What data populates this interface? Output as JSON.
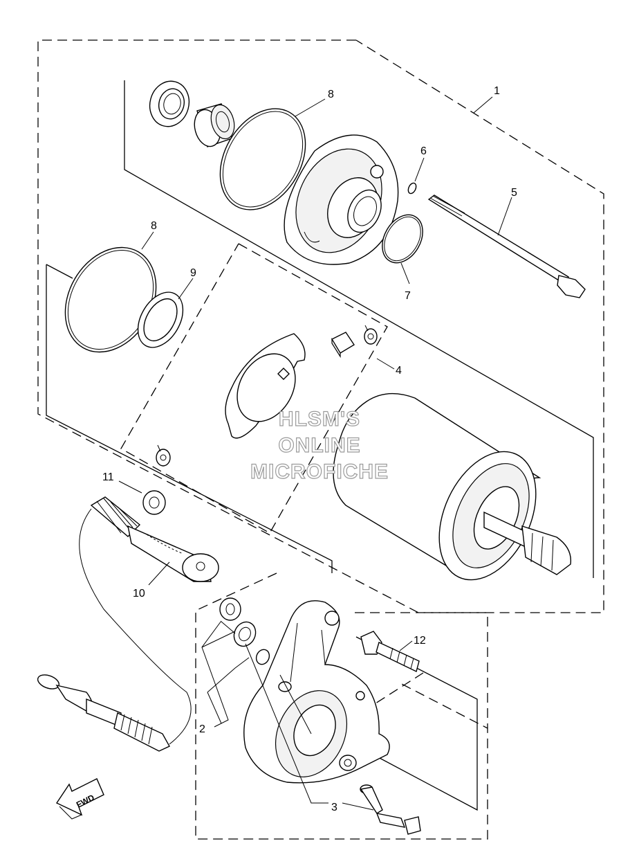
{
  "callouts": {
    "c1": "1",
    "c2": "2",
    "c3": "3",
    "c4": "4",
    "c5": "5",
    "c6": "6",
    "c7": "7",
    "c8a": "8",
    "c8b": "8",
    "c9": "9",
    "c10": "10",
    "c11": "11",
    "c12": "12"
  },
  "watermark": {
    "line1": "HLSM'S",
    "line2": "ONLINE",
    "line3": "MICROFICHE"
  },
  "fwd_label": "FWD"
}
